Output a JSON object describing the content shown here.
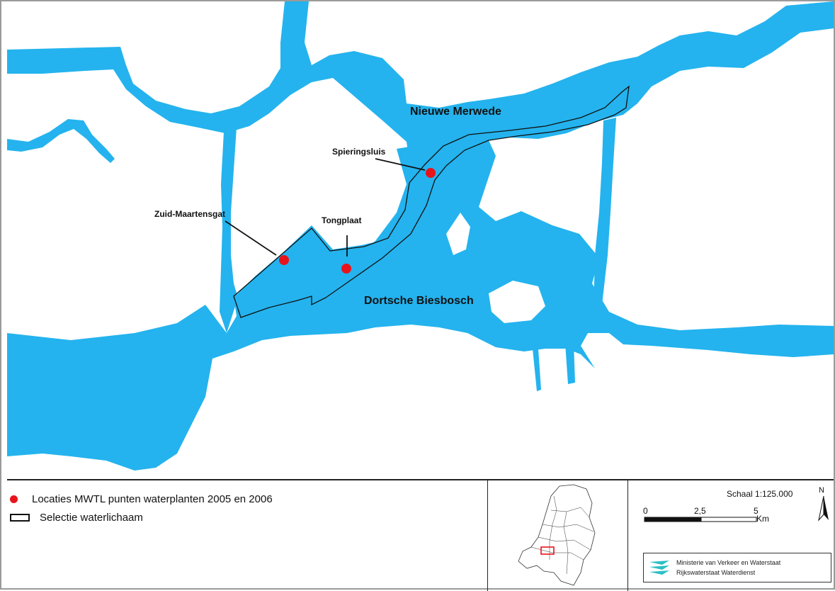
{
  "map": {
    "water_color": "#24b3ee",
    "point_color": "#e8141b",
    "place_labels": {
      "nieuwe_merwede": "Nieuwe Merwede",
      "dortsche_biesbosch": "Dortsche Biesbosch"
    },
    "points": [
      {
        "label": "Spieringsluis"
      },
      {
        "label": "Zuid-Maartensgat"
      },
      {
        "label": "Tongplaat"
      }
    ]
  },
  "legend": {
    "points_label": "Locaties MWTL punten waterplanten 2005 en 2006",
    "selection_label": "Selectie waterlichaam"
  },
  "scale": {
    "title": "Schaal  1:125.000",
    "ticks": [
      "0",
      "2,5",
      "5"
    ],
    "unit": "Km",
    "north": "N"
  },
  "ministry": {
    "line1": "Ministerie van Verkeer en Waterstaat",
    "line2": "Rijkswaterstaat Waterdienst"
  }
}
